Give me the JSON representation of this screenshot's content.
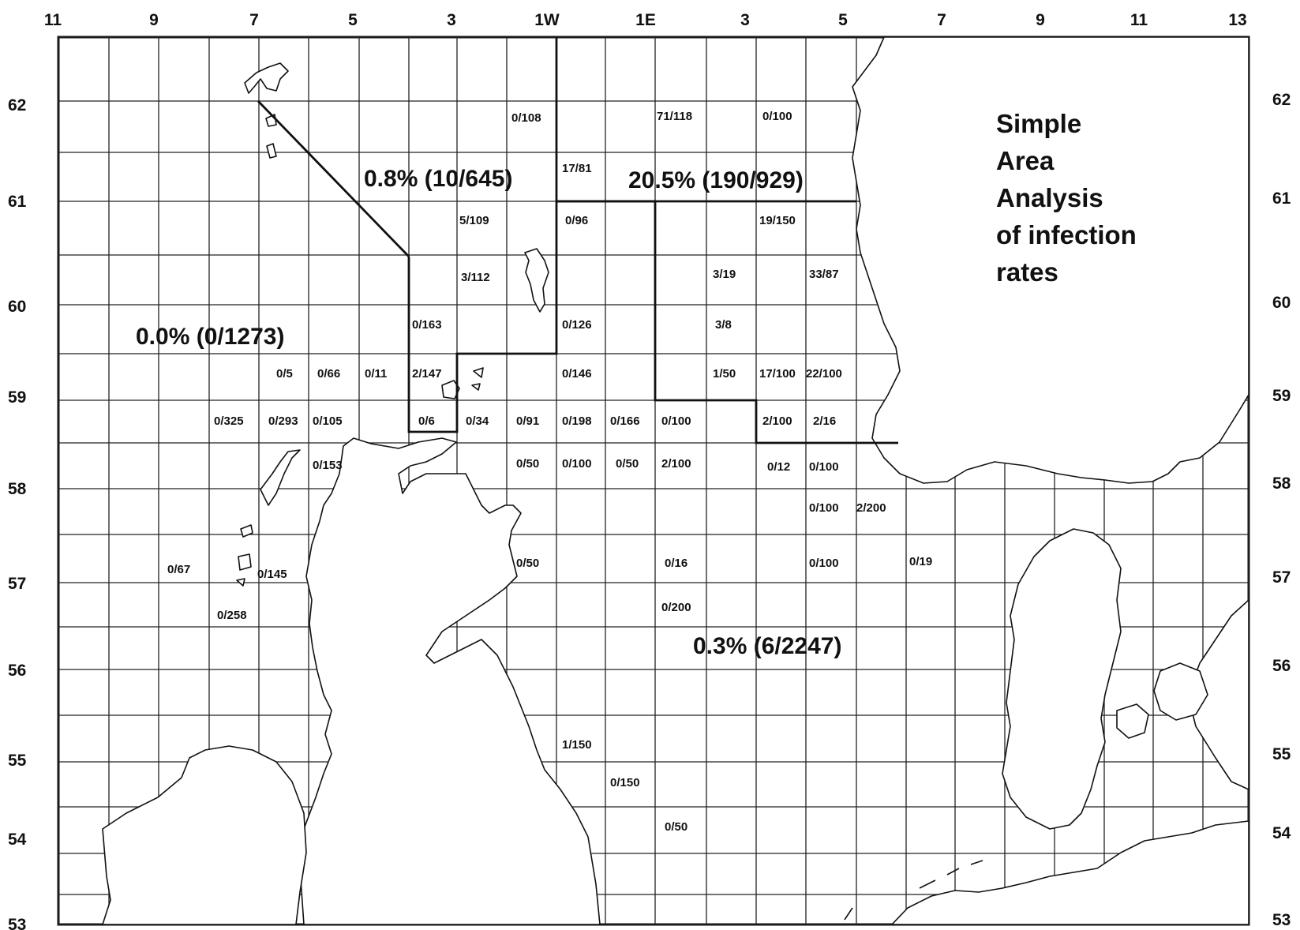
{
  "top_labels": [
    "11",
    "9",
    "7",
    "5",
    "3",
    "1W",
    "1E",
    "3",
    "5",
    "7",
    "9",
    "11",
    "13"
  ],
  "lat_labels": [
    "62",
    "61",
    "60",
    "59",
    "58",
    "57",
    "56",
    "55",
    "54",
    "53"
  ],
  "title_lines": [
    "Simple",
    "Area",
    "Analysis",
    "of infection",
    "rates"
  ],
  "regions": [
    {
      "id": "west",
      "text": "0.0% (0/1273)"
    },
    {
      "id": "shetland",
      "text": "0.8% (10/645)"
    },
    {
      "id": "norway",
      "text": "20.5% (190/929)"
    },
    {
      "id": "south",
      "text": "0.3% (6/2247)"
    }
  ],
  "cells": [
    "0/108",
    "71/118",
    "0/100",
    "17/81",
    "5/109",
    "0/96",
    "19/150",
    "3/112",
    "3/19",
    "33/87",
    "0/163",
    "0/126",
    "3/8",
    "0/5",
    "0/66",
    "0/11",
    "2/147",
    "0/146",
    "1/50",
    "17/100",
    "22/100",
    "0/325",
    "0/293",
    "0/105",
    "0/6",
    "0/34",
    "0/91",
    "0/198",
    "0/166",
    "0/100",
    "2/100",
    "2/16",
    "0/153",
    "0/50",
    "0/100",
    "0/50",
    "2/100",
    "0/12",
    "0/100",
    "0/100",
    "2/200",
    "0/67",
    "0/145",
    "0/50",
    "0/16",
    "0/100",
    "0/19",
    "0/258",
    "0/200",
    "1/150",
    "0/150",
    "0/50"
  ]
}
